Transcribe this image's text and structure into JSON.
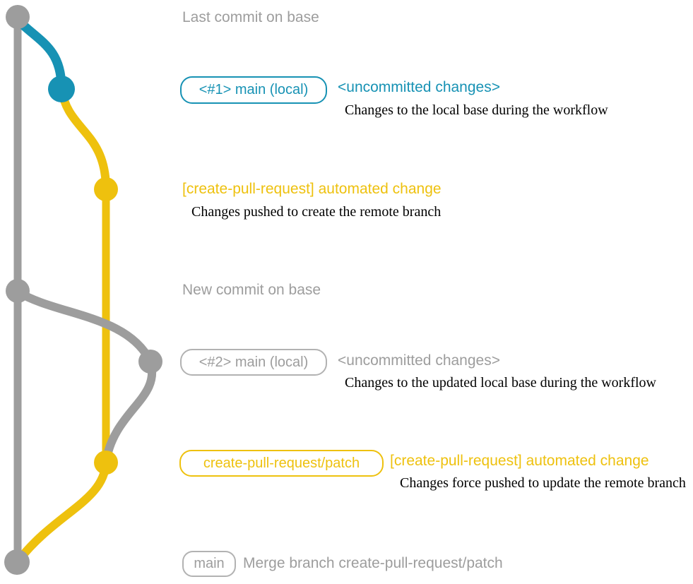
{
  "colors": {
    "gray": "#9d9d9d",
    "gray-border": "#b2b2b2",
    "blue": "#1792b4",
    "yellow": "#eec10e",
    "ink": "#000000"
  },
  "headings": {
    "last_commit": "Last commit on base",
    "new_commit": "New commit on base"
  },
  "rows": {
    "uncommitted1": {
      "badge": "<#1> main (local)",
      "title": "<uncommitted changes>",
      "note": "Changes to the local base during the workflow"
    },
    "automated1": {
      "title": "[create-pull-request] automated change",
      "note": "Changes pushed to create the remote branch"
    },
    "uncommitted2": {
      "badge": "<#2> main (local)",
      "title": "<uncommitted changes>",
      "note": "Changes to the updated local base during the workflow"
    },
    "automated2": {
      "badge": "create-pull-request/patch",
      "title": "[create-pull-request] automated change",
      "note": "Changes force pushed to update the remote branch"
    },
    "merge": {
      "badge": "main",
      "title": "Merge branch create-pull-request/patch"
    }
  },
  "graph": {
    "commit_dot_colors": [
      "gray",
      "blue",
      "yellow",
      "gray",
      "gray",
      "yellow",
      "gray"
    ]
  }
}
